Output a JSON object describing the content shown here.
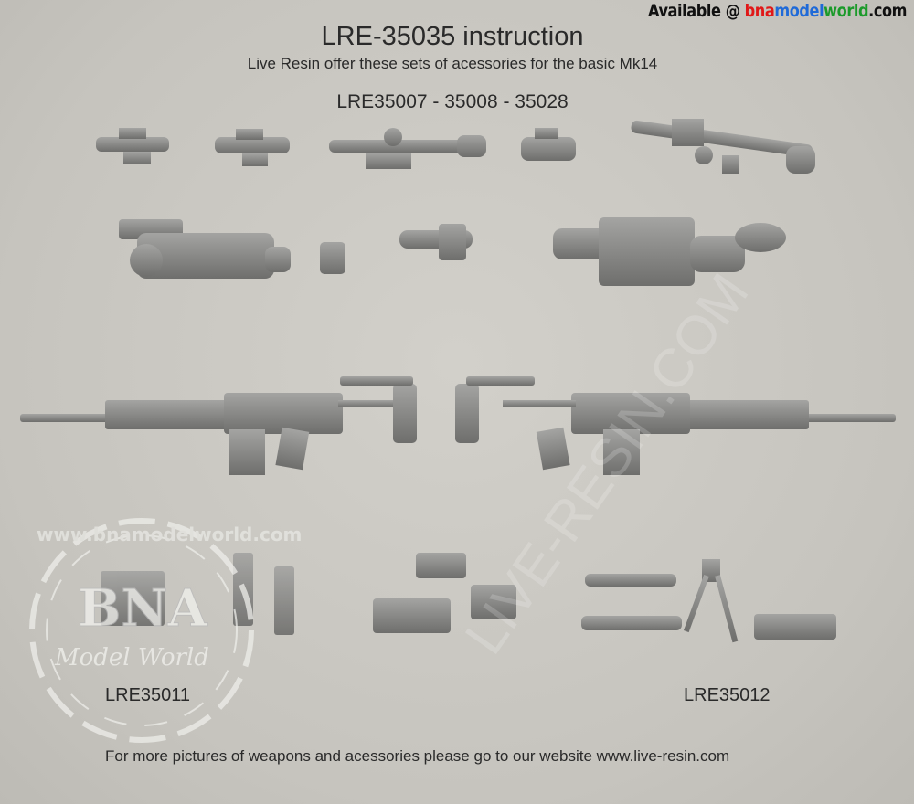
{
  "header": {
    "title": "LRE-35035 instruction",
    "subtitle": "Live Resin offer these sets of acessories for the basic Mk14",
    "set_label": "LRE35007 - 35008 - 35028"
  },
  "availability": {
    "prefix": "Available @",
    "brand_parts": [
      "bna",
      "model",
      "world",
      ".com"
    ],
    "brand_colors": [
      "#e01818",
      "#1f6ad8",
      "#1b9a2a",
      "#111111"
    ]
  },
  "labels": {
    "set_left": "LRE35011",
    "set_right": "LRE35012"
  },
  "footer": "For more pictures of weapons and acessories please go to our website www.live-resin.com",
  "watermarks": {
    "diagonal": "LIVE-RESIN.COM",
    "seal_main": "BNA",
    "seal_script": "Model World",
    "seal_url": "www.bnamodelworld.com"
  },
  "colors": {
    "background": "#c8c6c0",
    "resin_part": "#8c8c8a"
  }
}
